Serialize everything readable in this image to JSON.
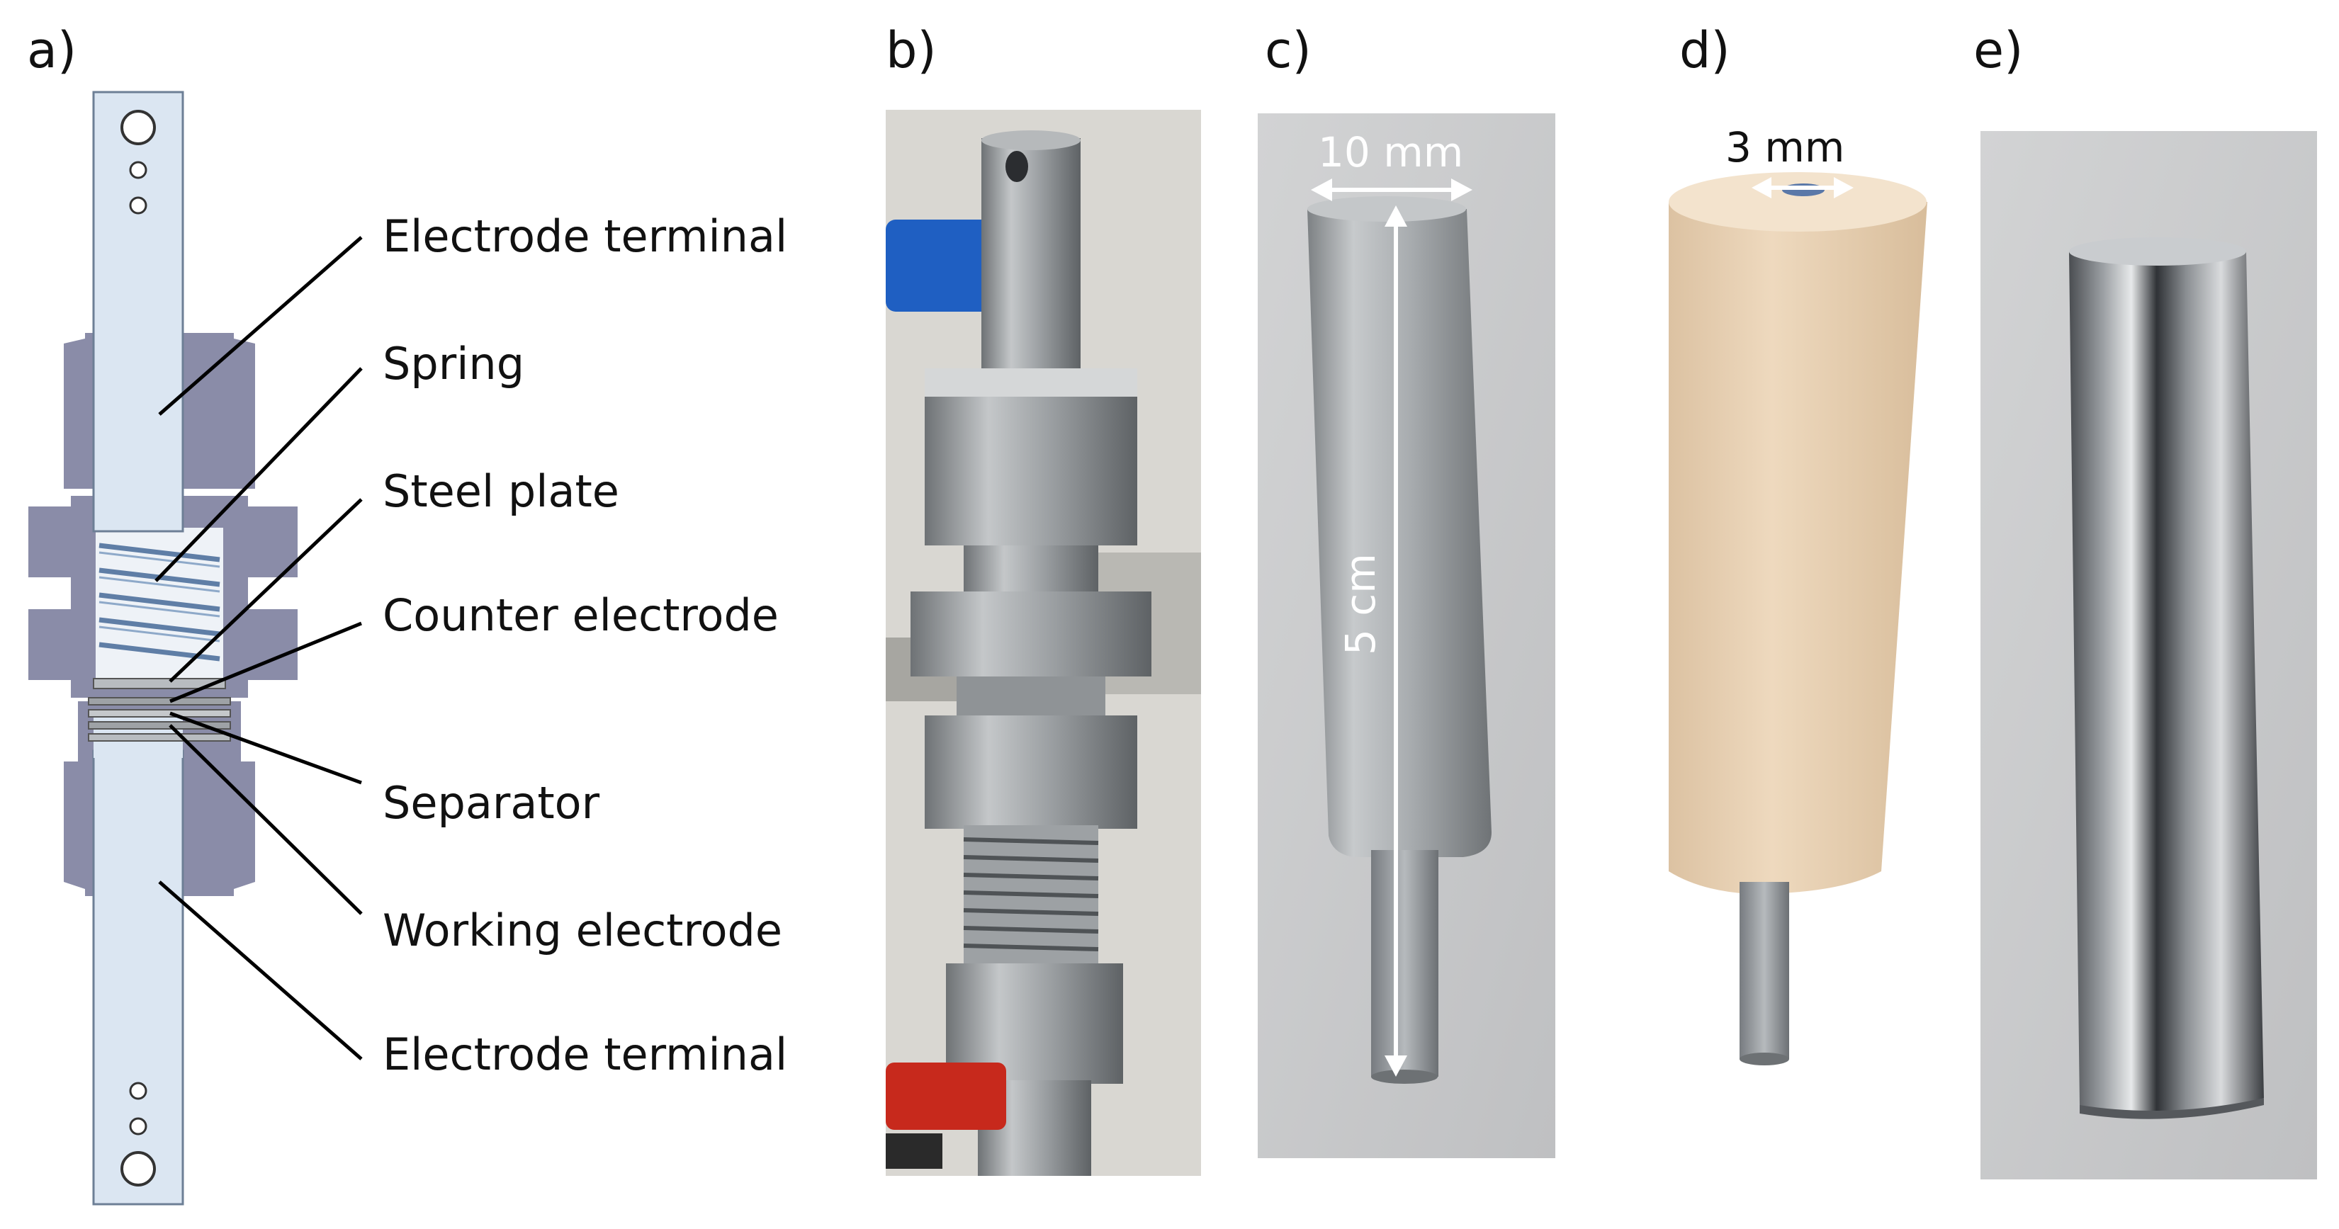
{
  "panels": {
    "a": {
      "label": "a)"
    },
    "b": {
      "label": "b)"
    },
    "c": {
      "label": "c)",
      "width_label": "10 mm",
      "length_label": "5 cm"
    },
    "d": {
      "label": "d)",
      "tip_label": "3 mm"
    },
    "e": {
      "label": "e)"
    }
  },
  "callouts": [
    "Electrode terminal",
    "Spring",
    "Steel plate",
    "Counter electrode",
    "Separator",
    "Working electrode",
    "Electrode terminal"
  ],
  "colors": {
    "housing": "#8a8ca8",
    "terminal": "#dbe6f2",
    "spring": "#5f7ea6",
    "steel": "#b8bcc0",
    "ceramic": "#e9d2b3",
    "background_gray": "#c9cacc"
  }
}
